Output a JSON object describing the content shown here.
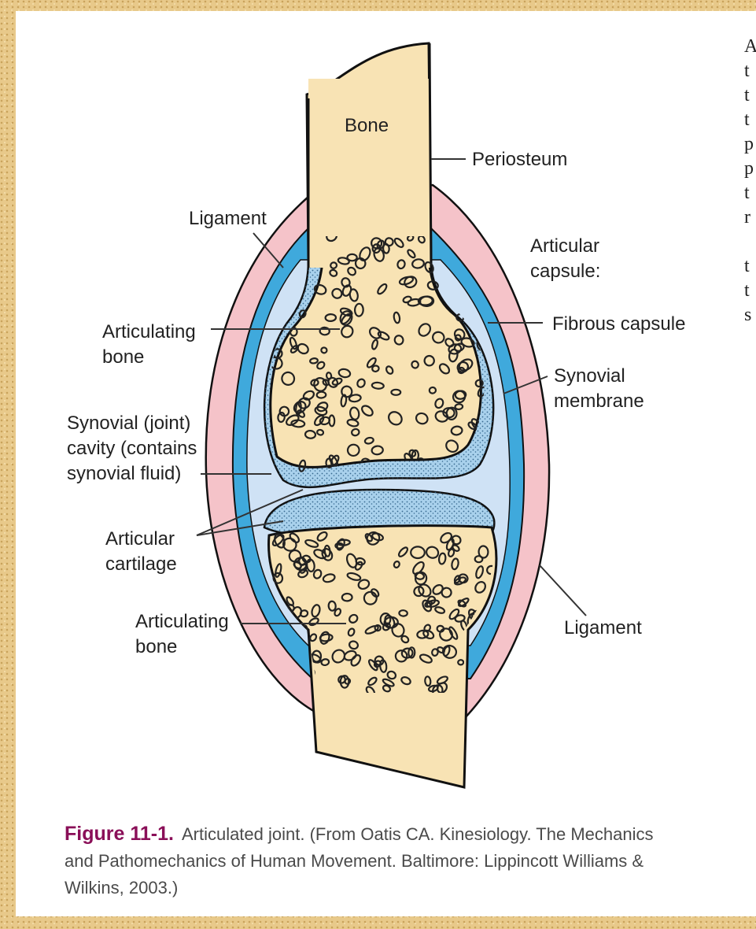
{
  "labels": {
    "bone": "Bone",
    "periosteum": "Periosteum",
    "ligament_top": "Ligament",
    "articular_capsule": "Articular\ncapsule:",
    "fibrous_capsule": "Fibrous capsule",
    "synovial_membrane": "Synovial\nmembrane",
    "articulating_bone_top": "Articulating\nbone",
    "synovial_cavity": "Synovial (joint)\ncavity (contains\nsynovial fluid)",
    "articular_cartilage": "Articular\ncartilage",
    "articulating_bone_bottom": "Articulating\nbone",
    "ligament_bottom": "Ligament"
  },
  "caption": {
    "number": "Figure 11-1.",
    "text": "Articulated joint. (From Oatis CA. Kinesiology. The Mechanics and Pathomechanics of Human Movement. Baltimore: Lippincott Williams & Wilkins, 2003.)"
  },
  "side_text_fragments": [
    "A",
    "t",
    "t",
    "t",
    "p",
    "p",
    "t",
    "r",
    "",
    "t",
    "t",
    "s"
  ],
  "colors": {
    "bone": "#f8e3b4",
    "ligament": "#f5c3c9",
    "capsule_blue": "#3fa9dc",
    "cavity": "#cfe2f5",
    "cartilage": "#a9d1ec",
    "caption_accent": "#8a0f58",
    "frame": "#e8c98a"
  }
}
